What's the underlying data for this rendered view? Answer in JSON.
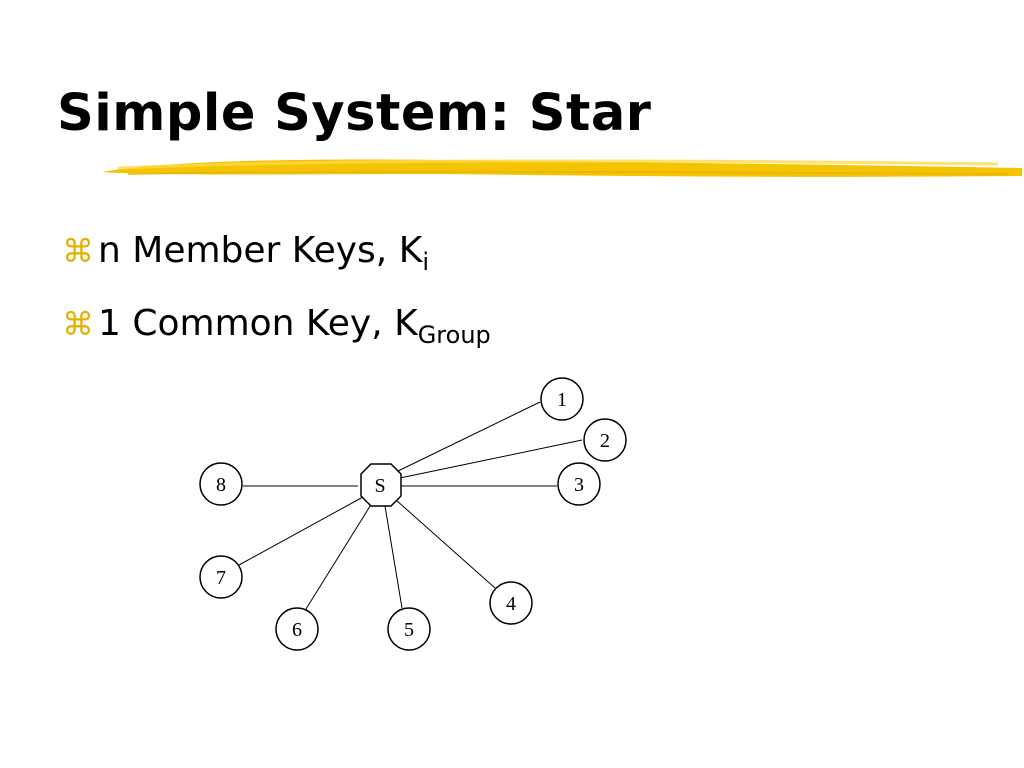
{
  "slide": {
    "title": "Simple System: Star",
    "accent_color": "#f5c400",
    "bullet_icon": "command-icon",
    "bullet_glyph": "⌘",
    "bullets": [
      {
        "text": "n Member Keys, K",
        "sub": "i"
      },
      {
        "text": "1 Common Key, K",
        "sub": "Group"
      }
    ]
  },
  "diagram": {
    "center": {
      "label": "S"
    },
    "members": [
      {
        "label": "1"
      },
      {
        "label": "2"
      },
      {
        "label": "3"
      },
      {
        "label": "4"
      },
      {
        "label": "5"
      },
      {
        "label": "6"
      },
      {
        "label": "7"
      },
      {
        "label": "8"
      }
    ]
  }
}
